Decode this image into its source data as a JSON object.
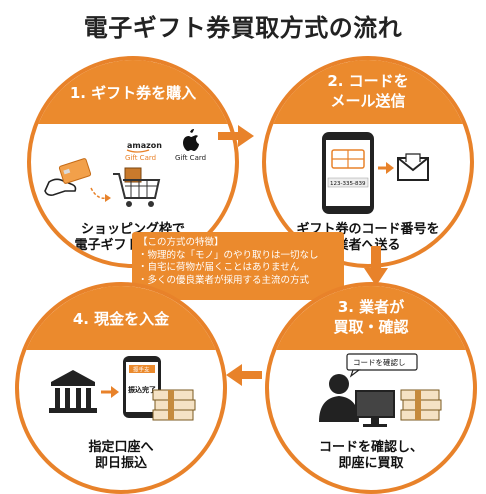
{
  "title": "電子ギフト券買取方式の流れ",
  "steps": [
    {
      "heading": "1. ギフト券を購入",
      "desc_line1": "ショッピング枠で",
      "desc_line2": "電子ギフト券を購入",
      "card1_brand": "amazon",
      "card1_label": "Gift Card",
      "card2_label": "Gift Card"
    },
    {
      "heading_line1": "2. コードを",
      "heading_line2": "メール送信",
      "desc_line1": "ギフト券のコード番号を",
      "desc_line2": "業者へ送る",
      "code": "123-335-839"
    },
    {
      "heading_line1": "3. 業者が",
      "heading_line2": "買取・確認",
      "desc_line1": "コードを確認し、",
      "desc_line2": "即座に買取",
      "bubble": "コードを確認し"
    },
    {
      "heading": "4. 現金を入金",
      "desc_line1": "指定口座へ",
      "desc_line2": "即日振込",
      "phone_header": "振手支",
      "phone_status": "振込完了"
    }
  ],
  "features": {
    "title": "【この方式の特徴】",
    "items": [
      "・物理的な「モノ」のやり取りは一切なし",
      "・自宅に荷物が届くことはありません",
      "・多くの優良業者が採用する主流の方式"
    ]
  },
  "colors": {
    "accent": "#eb8a2d",
    "accent_dark": "#e8822a",
    "text": "#111111"
  }
}
